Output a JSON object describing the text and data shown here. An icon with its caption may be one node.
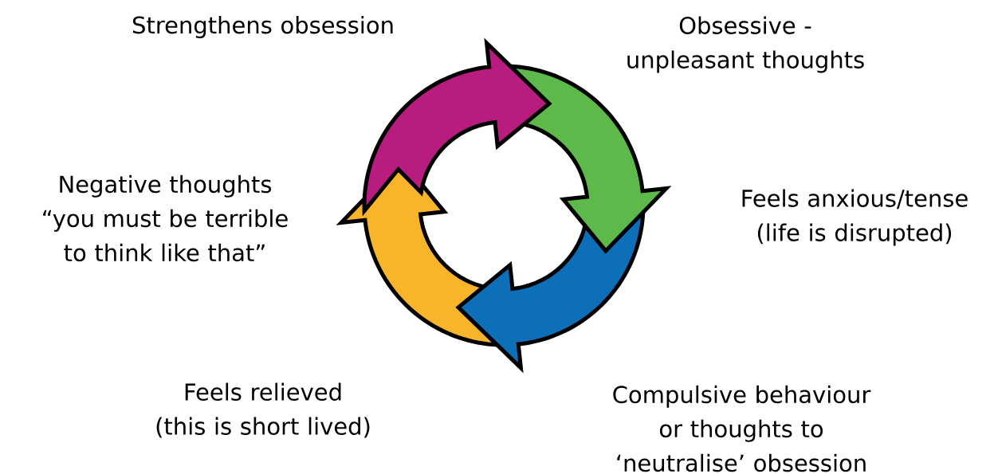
{
  "diagram": {
    "labels": [
      "Strengthens obsession",
      "Obsessive - unpleasant thoughts",
      "Negative thoughts “you must be terrible to think like that”",
      "Feels anxious/tense (life is disrupted)",
      "Feels relieved (this is short lived)",
      "Compulsive behaviour or thoughts to ‘neutralise’ obsession"
    ]
  }
}
